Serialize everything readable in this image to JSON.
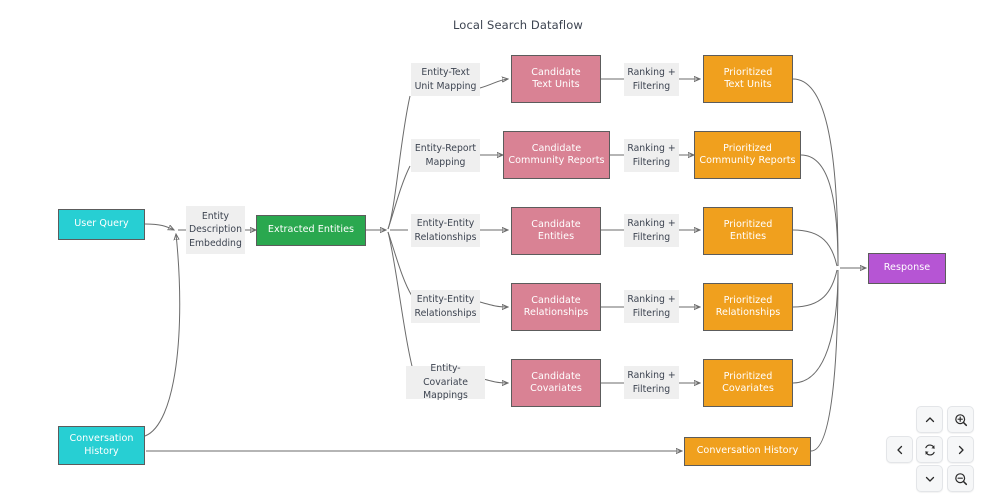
{
  "diagram": {
    "title": "Local Search Dataflow",
    "colors": {
      "source": "#27cfd3",
      "extracted": "#2aa84f",
      "candidate": "#d98294",
      "prioritized": "#f0a01e",
      "response": "#b655d4",
      "edge": "#6b6b6b",
      "label_bg": "#efefef",
      "canvas_bg": "#ffffff"
    },
    "inputs": [
      {
        "id": "user-query",
        "label": "User Query"
      },
      {
        "id": "conversation-history",
        "label": "Conversation\nHistory"
      }
    ],
    "embedding_label": "Entity\nDescription\nEmbedding",
    "extracted": {
      "id": "extracted-entities",
      "label": "Extracted Entities"
    },
    "rows": [
      {
        "mapping_label": "Entity-Text\nUnit Mapping",
        "candidate": "Candidate\nText Units",
        "ranking_label": "Ranking +\nFiltering",
        "prioritized": "Prioritized\nText Units"
      },
      {
        "mapping_label": "Entity-Report\nMapping",
        "candidate": "Candidate\nCommunity Reports",
        "ranking_label": "Ranking +\nFiltering",
        "prioritized": "Prioritized\nCommunity Reports"
      },
      {
        "mapping_label": "Entity-Entity\nRelationships",
        "candidate": "Candidate\nEntities",
        "ranking_label": "Ranking +\nFiltering",
        "prioritized": "Prioritized\nEntities"
      },
      {
        "mapping_label": "Entity-Entity\nRelationships",
        "candidate": "Candidate\nRelationships",
        "ranking_label": "Ranking +\nFiltering",
        "prioritized": "Prioritized\nRelationships"
      },
      {
        "mapping_label": "Entity-Covariate\nMappings",
        "candidate": "Candidate\nCovariates",
        "ranking_label": "Ranking +\nFiltering",
        "prioritized": "Prioritized\nCovariates"
      }
    ],
    "history_passthrough": {
      "id": "conversation-history-out",
      "label": "Conversation History"
    },
    "response": {
      "id": "response",
      "label": "Response"
    }
  },
  "controls": {
    "pan_up": "chevron-up",
    "pan_down": "chevron-down",
    "pan_left": "chevron-left",
    "pan_right": "chevron-right",
    "reset": "refresh",
    "zoom_in": "magnifier-plus",
    "zoom_out": "magnifier-minus"
  }
}
